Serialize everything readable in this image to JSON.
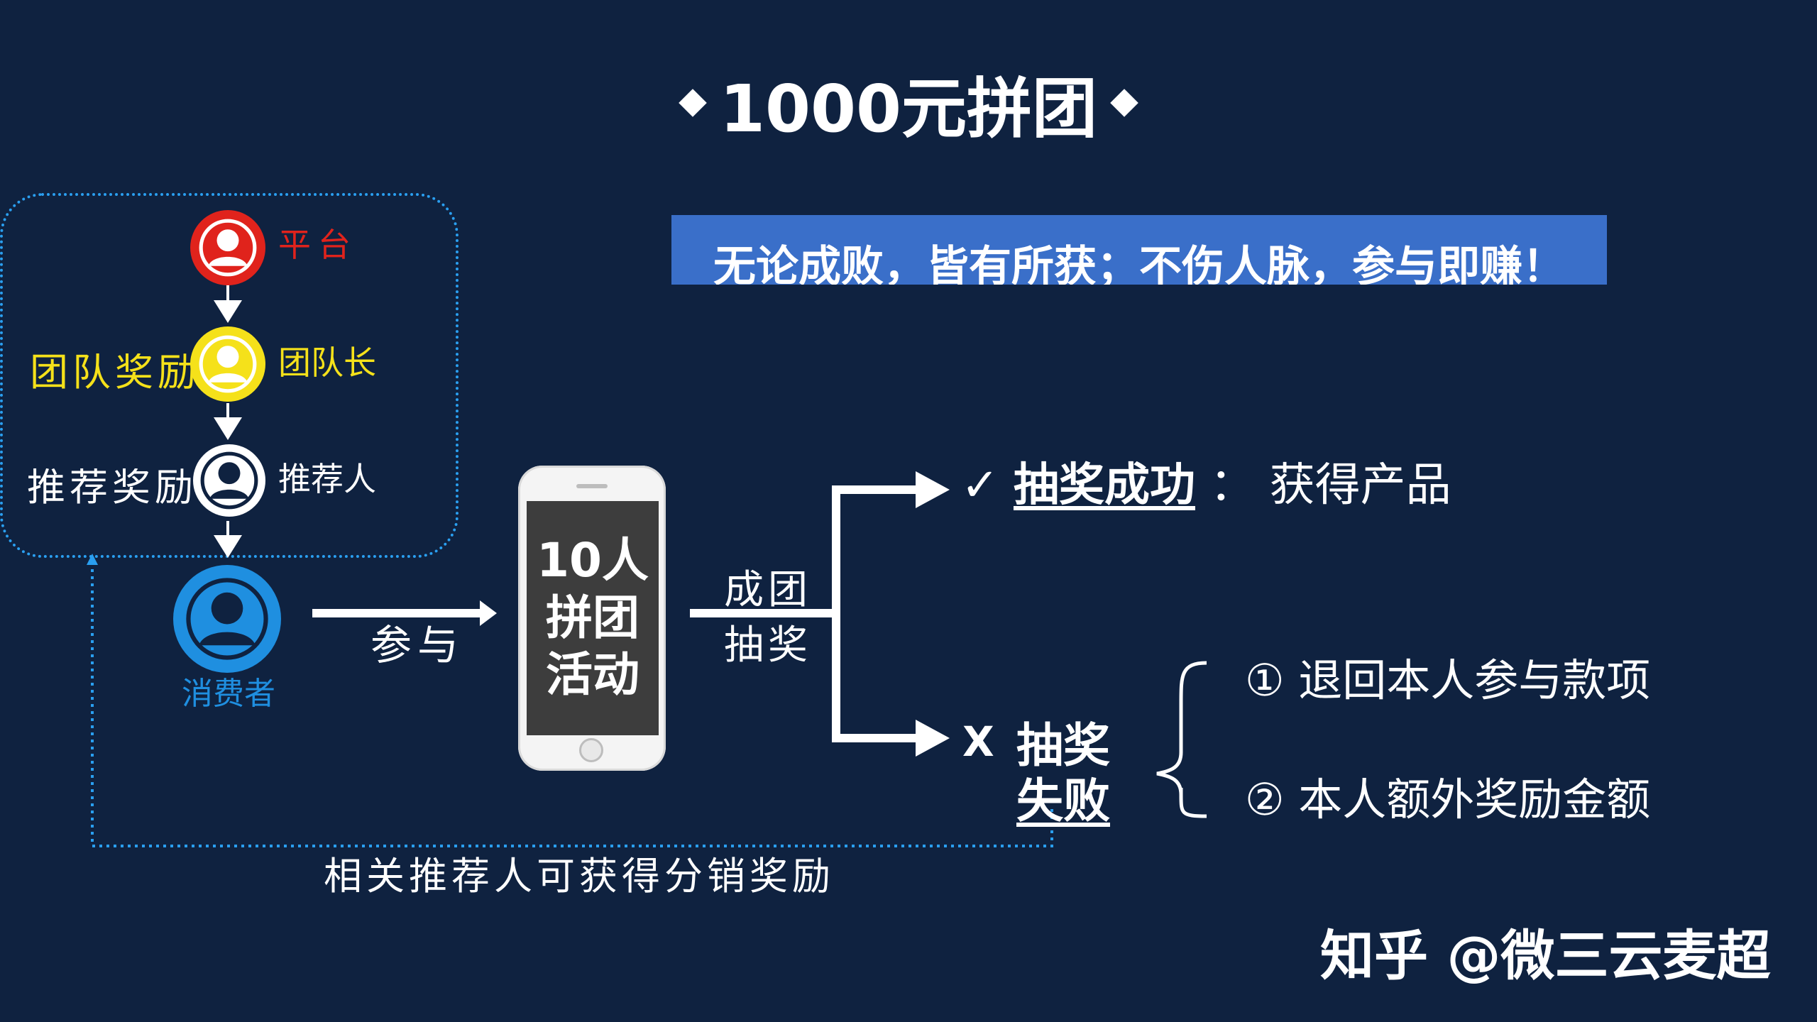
{
  "title": "1000元拼团",
  "slogan": "无论成败，皆有所获；不伤人脉，参与即赚！",
  "roles": {
    "platform": "平台",
    "team_leader": "团队长",
    "referrer": "推荐人",
    "consumer": "消费者"
  },
  "rewards": {
    "team": "团队奖励",
    "referral": "推荐奖励",
    "distribution": "相关推荐人可获得分销奖励"
  },
  "flow": {
    "join": "参与",
    "activity_line1": "10人",
    "activity_line2": "拼团",
    "activity_line3": "活动",
    "group_formed": "成团",
    "lottery": "抽奖"
  },
  "outcomes": {
    "success_mark": "✓",
    "success_title": "抽奖成功",
    "success_sep": "：",
    "success_result": "获得产品",
    "fail_mark": "X",
    "fail_title_line1": "抽奖",
    "fail_title_line2": "失败",
    "fail_results": [
      "① 退回本人参与款项",
      "② 本人额外奖励金额"
    ]
  },
  "watermark": "知乎 @微三云麦超",
  "colors": {
    "background": "#0f2240",
    "platform": "#e0231c",
    "team_leader": "#f5e11a",
    "referrer": "#ffffff",
    "consumer": "#1f8fe0",
    "banner": "#3a6fc9",
    "dotted": "#2a9ff0"
  }
}
